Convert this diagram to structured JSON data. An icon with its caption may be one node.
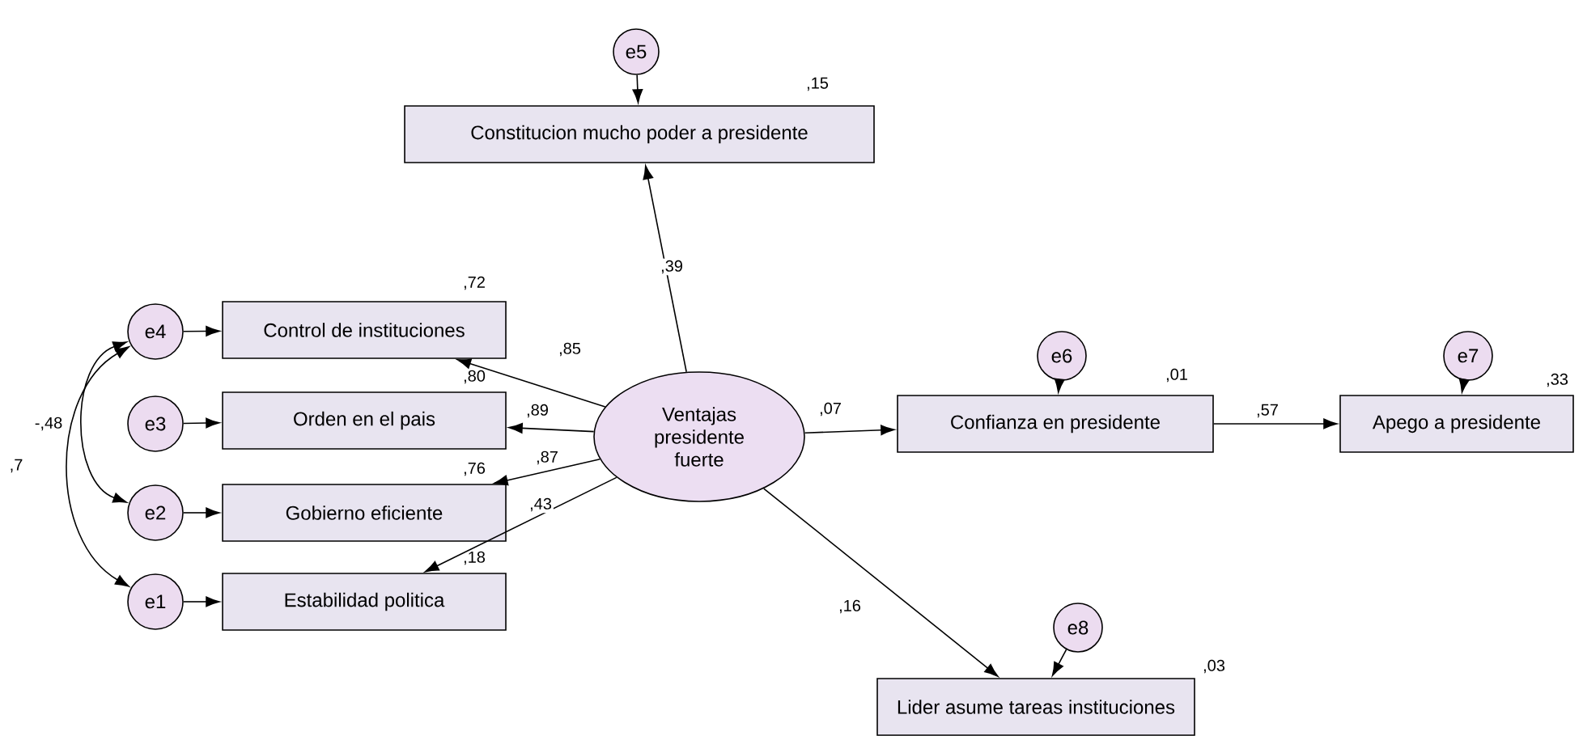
{
  "diagram": {
    "nodes": [
      {
        "text": [
          "e5"
        ]
      },
      {
        "text": [
          "Constitucion mucho poder a presidente"
        ],
        "beside": [
          ",15"
        ]
      },
      {
        "text": [
          "e4"
        ]
      },
      {
        "text": [
          "Control de instituciones"
        ],
        "beside": [
          ",72"
        ]
      },
      {
        "text": [
          "e3"
        ]
      },
      {
        "text": [
          "Orden en el pais"
        ],
        "beside": [
          ",80"
        ]
      },
      {
        "text": [
          "e2"
        ]
      },
      {
        "text": [
          "Gobierno eficiente"
        ],
        "beside": [
          ",76"
        ]
      },
      {
        "text": [
          "e1"
        ]
      },
      {
        "text": [
          "Estabilidad politica"
        ],
        "beside": [
          ",18"
        ]
      },
      {
        "text": [
          "Ventajas presidente fuerte"
        ]
      },
      {
        "text": [
          "e6"
        ]
      },
      {
        "text": [
          "Confianza en presidente"
        ],
        "beside": [
          ",01"
        ]
      },
      {
        "text": [
          "e7"
        ]
      },
      {
        "text": [
          "Apego a presidente"
        ],
        "beside": [
          ",33"
        ]
      },
      {
        "text": [
          "e8"
        ]
      },
      {
        "text": [
          "Lider asume tareas instituciones"
        ],
        "beside": [
          ",03"
        ]
      }
    ],
    "edges": [
      {
        "from": 0,
        "to": 1,
        "arrow": "to"
      },
      {
        "from": 2,
        "to": 3,
        "arrow": "to"
      },
      {
        "from": 4,
        "to": 5,
        "arrow": "to"
      },
      {
        "from": 6,
        "to": 7,
        "arrow": "to"
      },
      {
        "from": 8,
        "to": 9,
        "arrow": "to"
      },
      {
        "from": 10,
        "to": 1,
        "arrow": "to",
        "label": ",39"
      },
      {
        "from": 10,
        "to": 3,
        "arrow": "to",
        "label": ",85"
      },
      {
        "from": 10,
        "to": 5,
        "arrow": "to",
        "label": ",89"
      },
      {
        "from": 10,
        "to": 7,
        "arrow": "to",
        "label": ",87"
      },
      {
        "from": 10,
        "to": 9,
        "arrow": "to",
        "label": ",43"
      },
      {
        "from": 10,
        "to": 12,
        "arrow": "to",
        "label": ",07"
      },
      {
        "from": 11,
        "to": 12,
        "arrow": "to"
      },
      {
        "from": 12,
        "to": 14,
        "arrow": "to",
        "label": ",57"
      },
      {
        "from": 13,
        "to": 14,
        "arrow": "to"
      },
      {
        "from": 10,
        "to": 16,
        "arrow": "to",
        "label": ",16"
      },
      {
        "from": 15,
        "to": 16,
        "arrow": "to"
      },
      {
        "from": 2,
        "to": 6,
        "arrow": "both",
        "label": "-,48"
      },
      {
        "from": 2,
        "to": 8,
        "arrow": "both",
        "label": ",7"
      }
    ]
  }
}
